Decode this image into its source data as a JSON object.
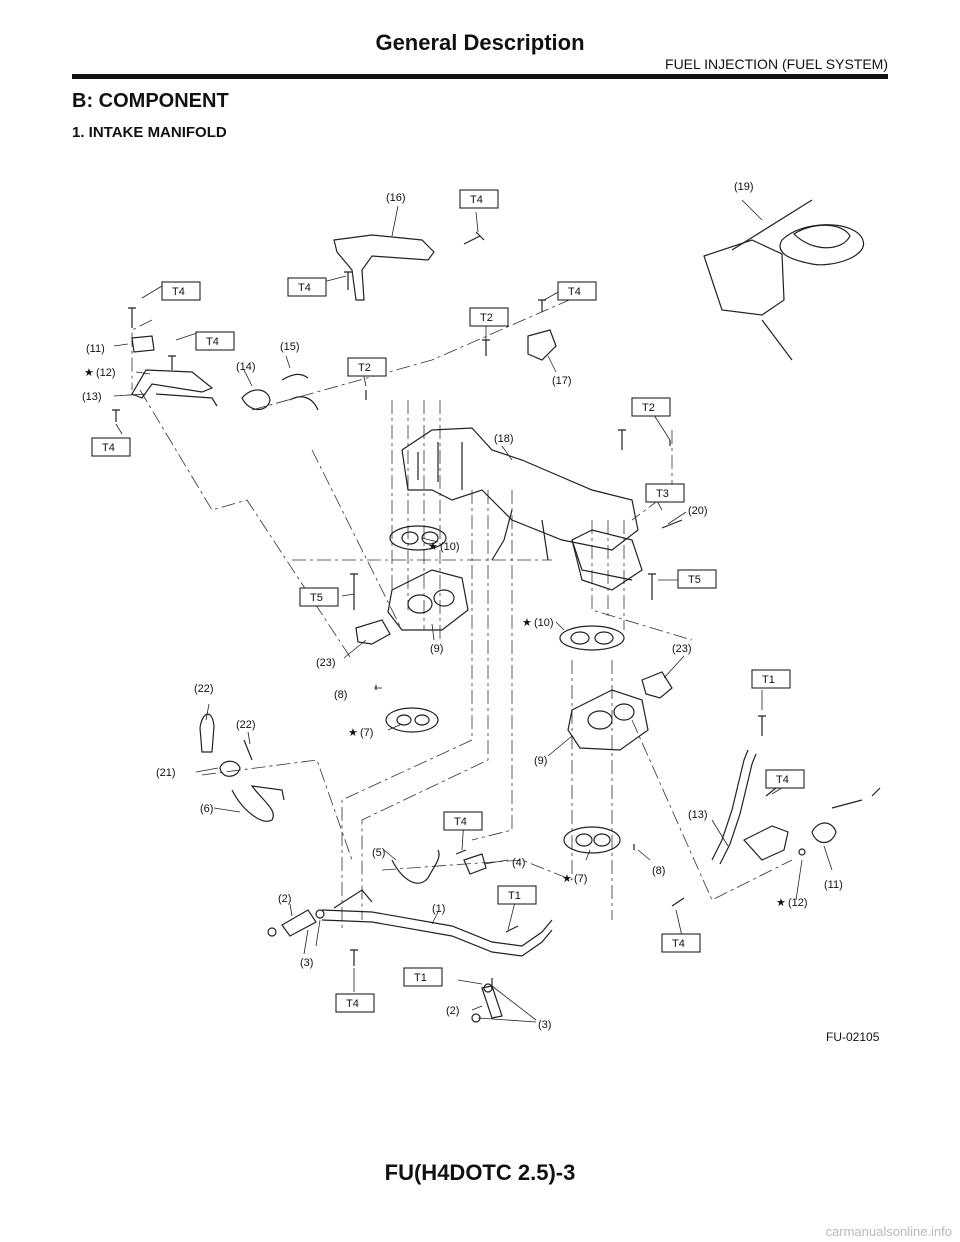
{
  "header": {
    "title": "General Description",
    "section": "FUEL INJECTION (FUEL SYSTEM)"
  },
  "section_title": "B:  COMPONENT",
  "subsection_title": "1.  INTAKE MANIFOLD",
  "figure_id": "FU-02105",
  "footer": "FU(H4DOTC 2.5)-3",
  "watermark": "carmanualsonline.info",
  "torque_labels": {
    "t1": "T1",
    "t2": "T2",
    "t3": "T3",
    "t4": "T4",
    "t5": "T5"
  },
  "callouts": {
    "p1": "(1)",
    "p2": "(2)",
    "p3": "(3)",
    "p4": "(4)",
    "p5": "(5)",
    "p6": "(6)",
    "p7": "(7)",
    "p8": "(8)",
    "p9": "(9)",
    "p10": "(10)",
    "p11": "(11)",
    "p12": "(12)",
    "p13": "(13)",
    "p14": "(14)",
    "p15": "(15)",
    "p16": "(16)",
    "p17": "(17)",
    "p18": "(18)",
    "p19": "(19)",
    "p20": "(20)",
    "p21": "(21)",
    "p22": "(22)",
    "p23": "(23)"
  },
  "star_symbol": "★"
}
